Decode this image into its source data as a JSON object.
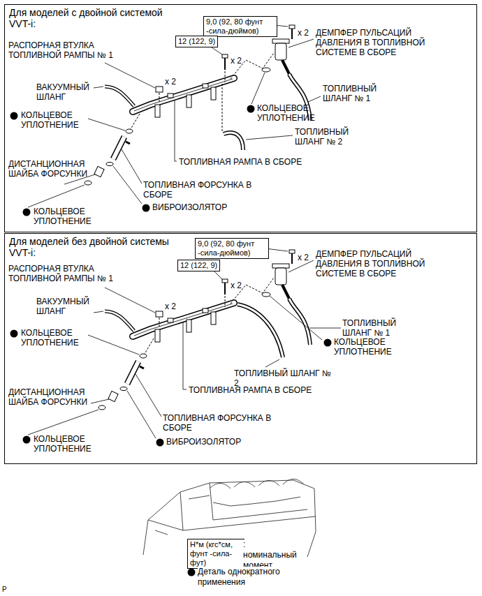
{
  "diagram": {
    "nodes": [
      {
        "text": [
          "Для моделей с двойной системой VVT-i:"
        ]
      },
      {
        "text": [
          "9,0 (92, 80 фунт -сила-дюймов)"
        ],
        "in": 0
      },
      {
        "text": [
          "12 (122, 9)"
        ],
        "in": 0
      },
      {
        "text": [
          "Для моделей без двойной системы VVT-i:"
        ]
      },
      {
        "text": [
          "9,0 (92, 80 фунт -сила-дюймов)"
        ],
        "in": 3
      },
      {
        "text": [
          "12 (122, 9)"
        ],
        "in": 3
      },
      {
        "text": [
          "Н*м (кгс*см, фунт -сила-фут)"
        ]
      }
    ],
    "labels": [
      "РАСПОРНАЯ ВТУЛКА ТОПЛИВНОЙ РАМПЫ № 1",
      "x 2",
      "x 2",
      "x 2",
      "ДЕМПФЕР ПУЛЬСАЦИЙ ДАВЛЕНИЯ В ТОПЛИВНОЙ СИСТЕМЕ В СБОРЕ",
      "ВАКУУМНЫЙ ШЛАНГ",
      "КОЛЬЦЕВОЕ УПЛОТНЕНИЕ",
      "ТОПЛИВНЫЙ ШЛАНГ № 1",
      "КОЛЬЦЕВОЕ УПЛОТНЕНИЕ",
      "ТОПЛИВНЫЙ ШЛАНГ № 2",
      "ДИСТАНЦИОННАЯ ШАЙБА ФОРСУНКИ",
      "ТОПЛИВНАЯ РАМПА В СБОРЕ",
      "ТОПЛИВНАЯ ФОРСУНКА В СБОРЕ",
      "КОЛЬЦЕВОЕ УПЛОТНЕНИЕ",
      "ВИБРОИЗОЛЯТОР",
      "РАСПОРНАЯ ВТУЛКА ТОПЛИВНОЙ РАМПЫ № 1",
      "x 2",
      "x 2",
      "x 2",
      "ДЕМПФЕР ПУЛЬСАЦИЙ ДАВЛЕНИЯ В ТОПЛИВНОЙ СИСТЕМЕ В СБОРЕ",
      "ВАКУУМНЫЙ ШЛАНГ",
      "КОЛЬЦЕВОЕ УПЛОТНЕНИЕ",
      "ТОПЛИВНЫЙ ШЛАНГ № 1",
      "КОЛЬЦЕВОЕ УПЛОТНЕНИЕ",
      "ТОПЛИВНЫЙ ШЛАНГ № 2",
      "ТОПЛИВНАЯ РАМПА В СБОРЕ",
      "ДИСТАНЦИОННАЯ ШАЙБА ФОРСУНКИ",
      "ТОПЛИВНАЯ ФОРСУНКА В СБОРЕ",
      "КОЛЬЦЕВОЕ УПЛОТНЕНИЕ",
      "ВИБРОИЗОЛЯТОР",
      "P"
    ],
    "legend": [
      {
        "text": ": номинальный момент затяжки"
      },
      {
        "text": "Деталь однократного применения"
      }
    ]
  }
}
